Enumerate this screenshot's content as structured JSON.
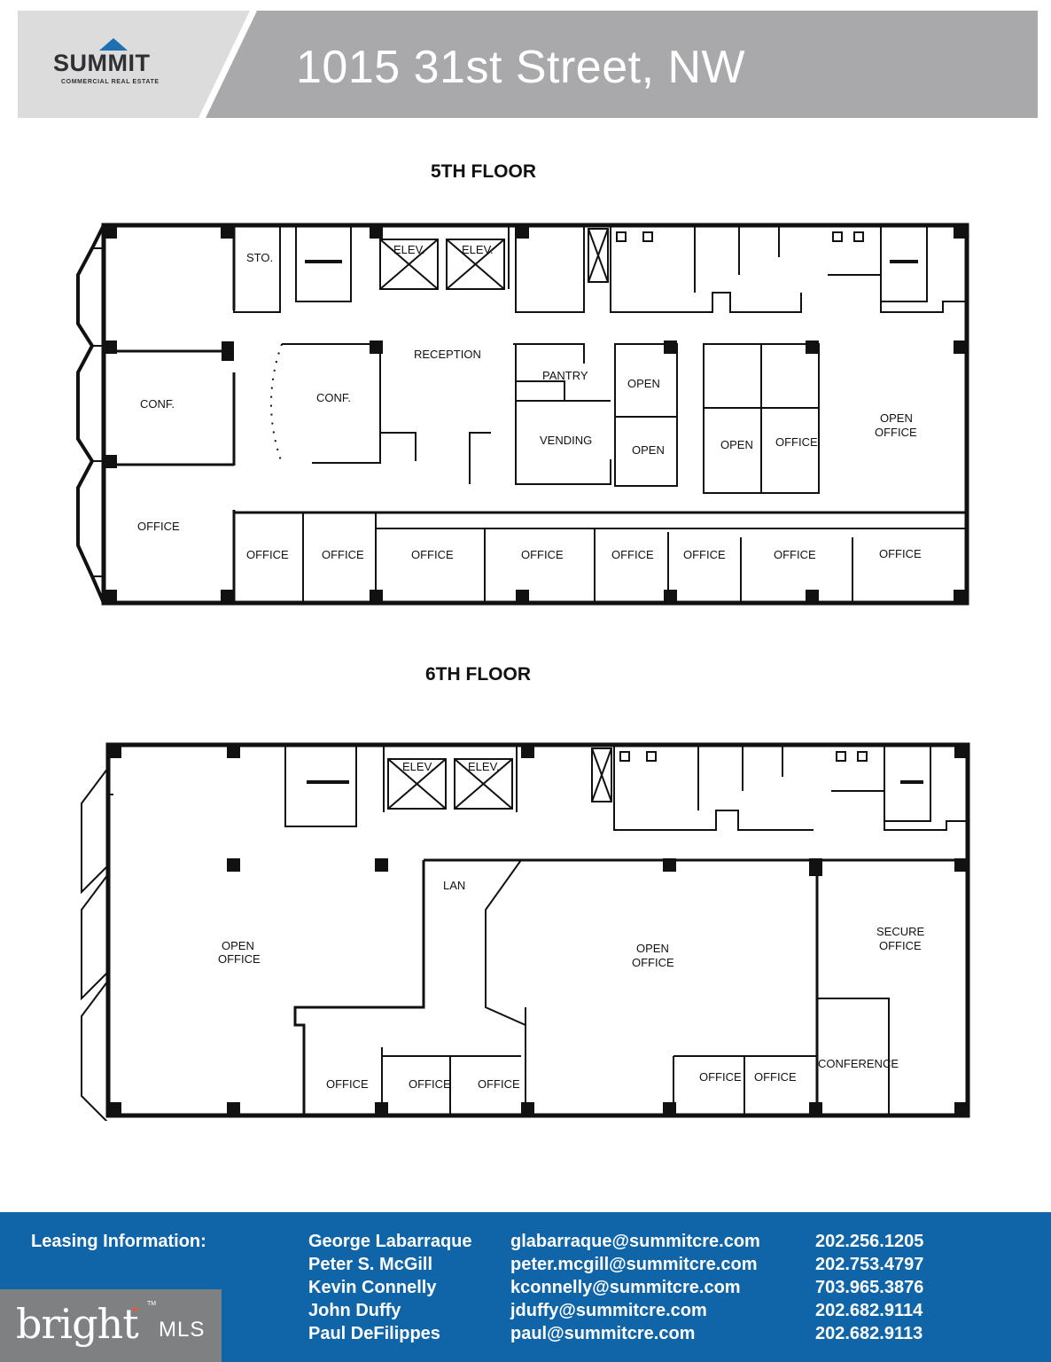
{
  "header": {
    "logo_word": "SUMMIT",
    "logo_sub": "COMMERCIAL REAL ESTATE",
    "address": "1015 31st Street, NW",
    "colors": {
      "left_panel": "#dcdcdc",
      "right_panel": "#a9a9ab",
      "logo_roof": "#1f6fb3"
    }
  },
  "floors": {
    "fifth": {
      "title": "5TH FLOOR",
      "rooms": {
        "sto": "STO.",
        "elev1": "ELEV.",
        "elev2": "ELEV.",
        "reception": "RECEPTION",
        "pantry": "PANTRY",
        "vending": "VENDING",
        "conf_left": "CONF.",
        "conf_center": "CONF.",
        "open1": "OPEN",
        "open2": "OPEN",
        "open3": "OPEN",
        "office_mid": "OFFICE",
        "open_office_1": "OPEN",
        "open_office_2": "OFFICE",
        "office_left": "OFFICE",
        "b1": "OFFICE",
        "b2": "OFFICE",
        "b3": "OFFICE",
        "b4": "OFFICE",
        "b5": "OFFICE",
        "b6": "OFFICE",
        "b7": "OFFICE",
        "b8": "OFFICE"
      }
    },
    "sixth": {
      "title": "6TH FLOOR",
      "rooms": {
        "elev1": "ELEV.",
        "elev2": "ELEV.",
        "lan": "LAN",
        "open_left_1": "OPEN",
        "open_left_2": "OFFICE",
        "open_mid_1": "OPEN",
        "open_mid_2": "OFFICE",
        "secure_1": "SECURE",
        "secure_2": "OFFICE",
        "conference": "CONFERENCE",
        "o1": "OFFICE",
        "o2": "OFFICE",
        "o3": "OFFICE",
        "o4": "OFFICE",
        "o5": "OFFICE"
      }
    }
  },
  "footer": {
    "label": "Leasing Information:",
    "background": "#0f65a8",
    "contacts": [
      {
        "name": "George Labarraque",
        "email": "glabarraque@summitcre.com",
        "phone": "202.256.1205"
      },
      {
        "name": "Peter S. McGill",
        "email": "peter.mcgill@summitcre.com",
        "phone": "202.753.4797"
      },
      {
        "name": "Kevin Connelly",
        "email": "kconnelly@summitcre.com",
        "phone": "703.965.3876"
      },
      {
        "name": "John Duffy",
        "email": "jduffy@summitcre.com",
        "phone": "202.682.9114"
      },
      {
        "name": "Paul DeFilippes",
        "email": "paul@summitcre.com",
        "phone": "202.682.9113"
      }
    ]
  },
  "watermark": {
    "bright": "bright",
    "mls": "MLS",
    "tm": "TM",
    "plus": "+"
  }
}
